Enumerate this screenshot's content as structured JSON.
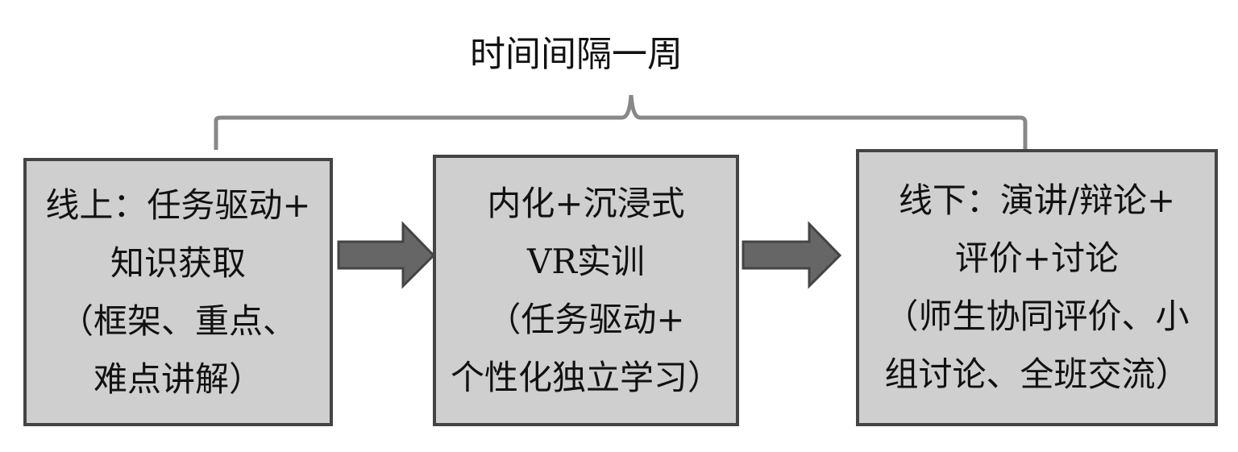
{
  "title": "时间间隔一周",
  "boxes": [
    {
      "lines": [
        "线上：任务驱动+",
        "知识获取",
        "（框架、重点、",
        "难点讲解）"
      ]
    },
    {
      "lines": [
        "内化+沉浸式",
        "VR实训",
        "（任务驱动+",
        "个性化独立学习）"
      ]
    },
    {
      "lines": [
        "线下：演讲/辩论+",
        "评价+讨论",
        "（师生协同评价、小",
        "组讨论、全班交流）"
      ]
    }
  ],
  "colors": {
    "box_fill": "#cfcfcf",
    "border": "#444444",
    "arrow": "#666666"
  }
}
